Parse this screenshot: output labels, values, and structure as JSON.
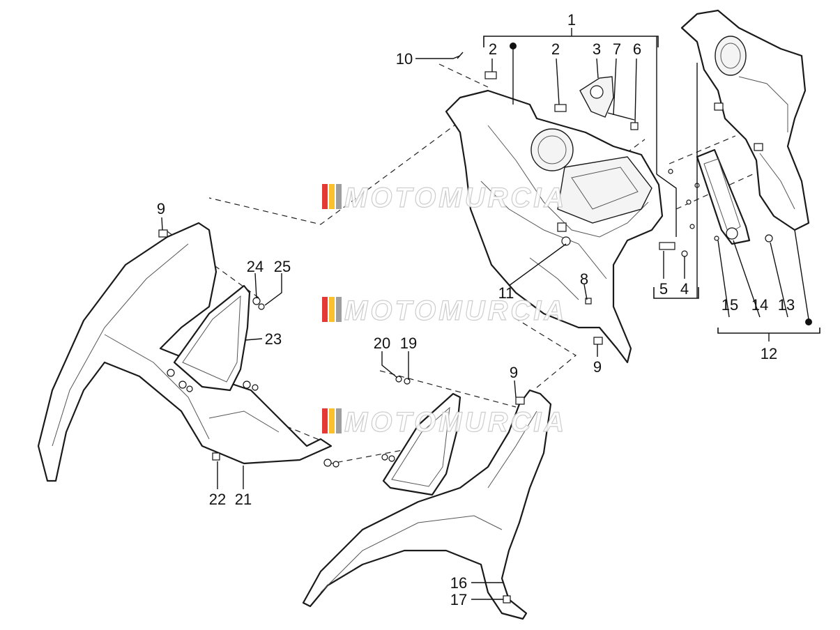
{
  "watermark": {
    "text": "MOTOMURCIA",
    "stripe_colors": [
      "#e53935",
      "#fbc02d",
      "#9e9e9e"
    ]
  },
  "callouts": {
    "c1": "1",
    "c2a": "2",
    "c2b": "2",
    "c3": "3",
    "c4": "4",
    "c5": "5",
    "c6": "6",
    "c7": "7",
    "c8": "8",
    "c9a": "9",
    "c9b": "9",
    "c9c": "9",
    "c10": "10",
    "c11": "11",
    "c12": "12",
    "c13": "13",
    "c14": "14",
    "c15": "15",
    "c16": "16",
    "c17": "17",
    "c19": "19",
    "c20": "20",
    "c21": "21",
    "c22": "22",
    "c23": "23",
    "c24": "24",
    "c25": "25"
  }
}
